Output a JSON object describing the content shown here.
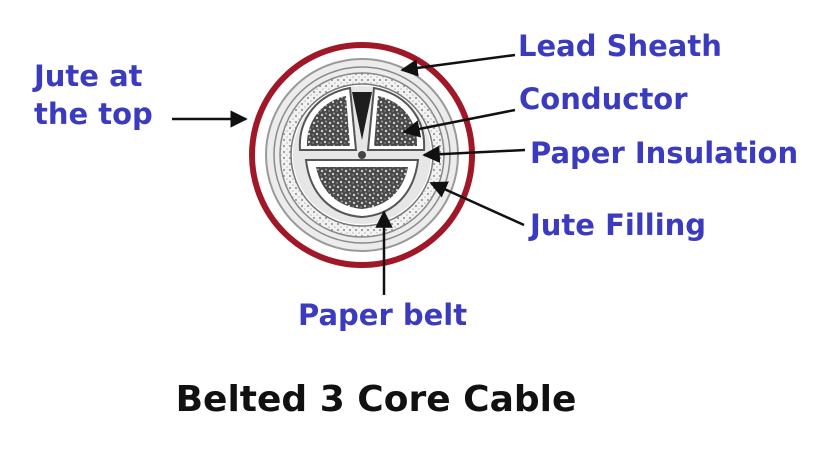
{
  "title": "Belted 3 Core Cable",
  "labels": {
    "jute_top_line1": "Jute at",
    "jute_top_line2": "the top",
    "lead_sheath": "Lead Sheath",
    "conductor": "Conductor",
    "paper_insulation": "Paper Insulation",
    "jute_filling": "Jute Filling",
    "paper_belt": "Paper belt"
  },
  "colors": {
    "label_blue": "#3b3bbf",
    "title_black": "#111111",
    "outer_jute_ring": "#a01828",
    "sheath_gray": "#d8d8d8",
    "conductor_dark": "#3a3a3a",
    "arrow": "#111111"
  }
}
